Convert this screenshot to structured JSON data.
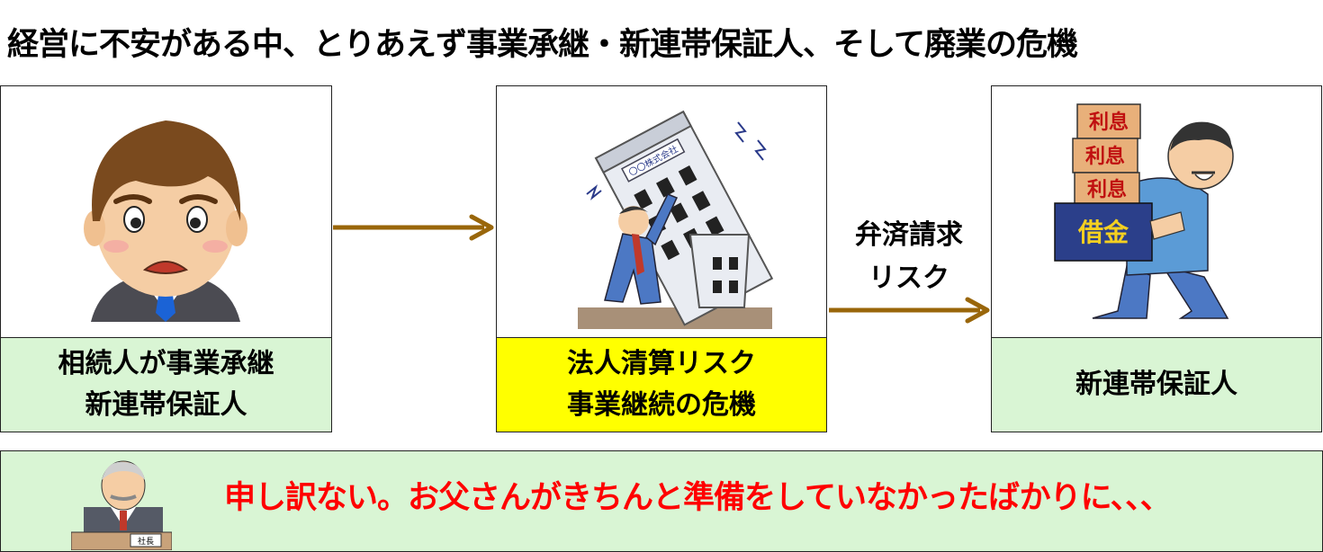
{
  "title": "経営に不安がある中、とりあえず事業承継・新連帯保証人、そして廃業の危機",
  "panels": [
    {
      "caption_lines": [
        "相続人が事業承継",
        "新連帯保証人"
      ],
      "caption_color": "#d9f5d4"
    },
    {
      "caption_lines": [
        "法人清算リスク",
        "事業継続の危機"
      ],
      "caption_color": "#ffff00",
      "sign_text": "〇〇株式会社"
    },
    {
      "caption_lines": [
        "新連帯保証人"
      ],
      "caption_color": "#d9f5d4",
      "box_labels": [
        "利息",
        "利息",
        "利息",
        "借金"
      ]
    }
  ],
  "arrow_label": [
    "弁済請求",
    "リスク"
  ],
  "arrow_color": "#99660a",
  "banner": {
    "message": "申し訳ない。お父さんがきちんと準備をしていなかったばかりに、、、",
    "message_color": "#ff0000",
    "nameplate": "社長"
  }
}
